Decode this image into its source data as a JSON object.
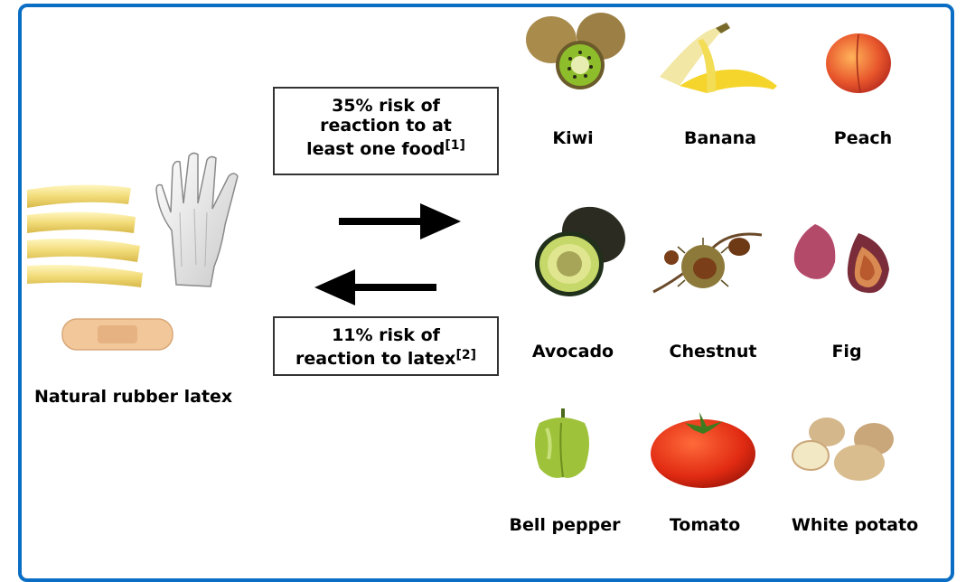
{
  "latex_label": "Natural rubber latex",
  "box_top": {
    "line1": "35% risk of",
    "line2": "reaction to at",
    "line3": "least one food",
    "ref": "[1]"
  },
  "box_bottom": {
    "line1": "11% risk of",
    "line2": "reaction to latex",
    "ref": "[2]"
  },
  "foods": [
    {
      "label": "Kiwi",
      "icon": "kiwi-icon"
    },
    {
      "label": "Banana",
      "icon": "banana-icon"
    },
    {
      "label": "Peach",
      "icon": "peach-icon"
    },
    {
      "label": "Avocado",
      "icon": "avocado-icon"
    },
    {
      "label": "Chestnut",
      "icon": "chestnut-icon"
    },
    {
      "label": "Fig",
      "icon": "fig-icon"
    },
    {
      "label": "Bell pepper",
      "icon": "bell-pepper-icon"
    },
    {
      "label": "Tomato",
      "icon": "tomato-icon"
    },
    {
      "label": "White potato",
      "icon": "white-potato-icon"
    }
  ],
  "colors": {
    "frame": "#0a6ec4"
  }
}
